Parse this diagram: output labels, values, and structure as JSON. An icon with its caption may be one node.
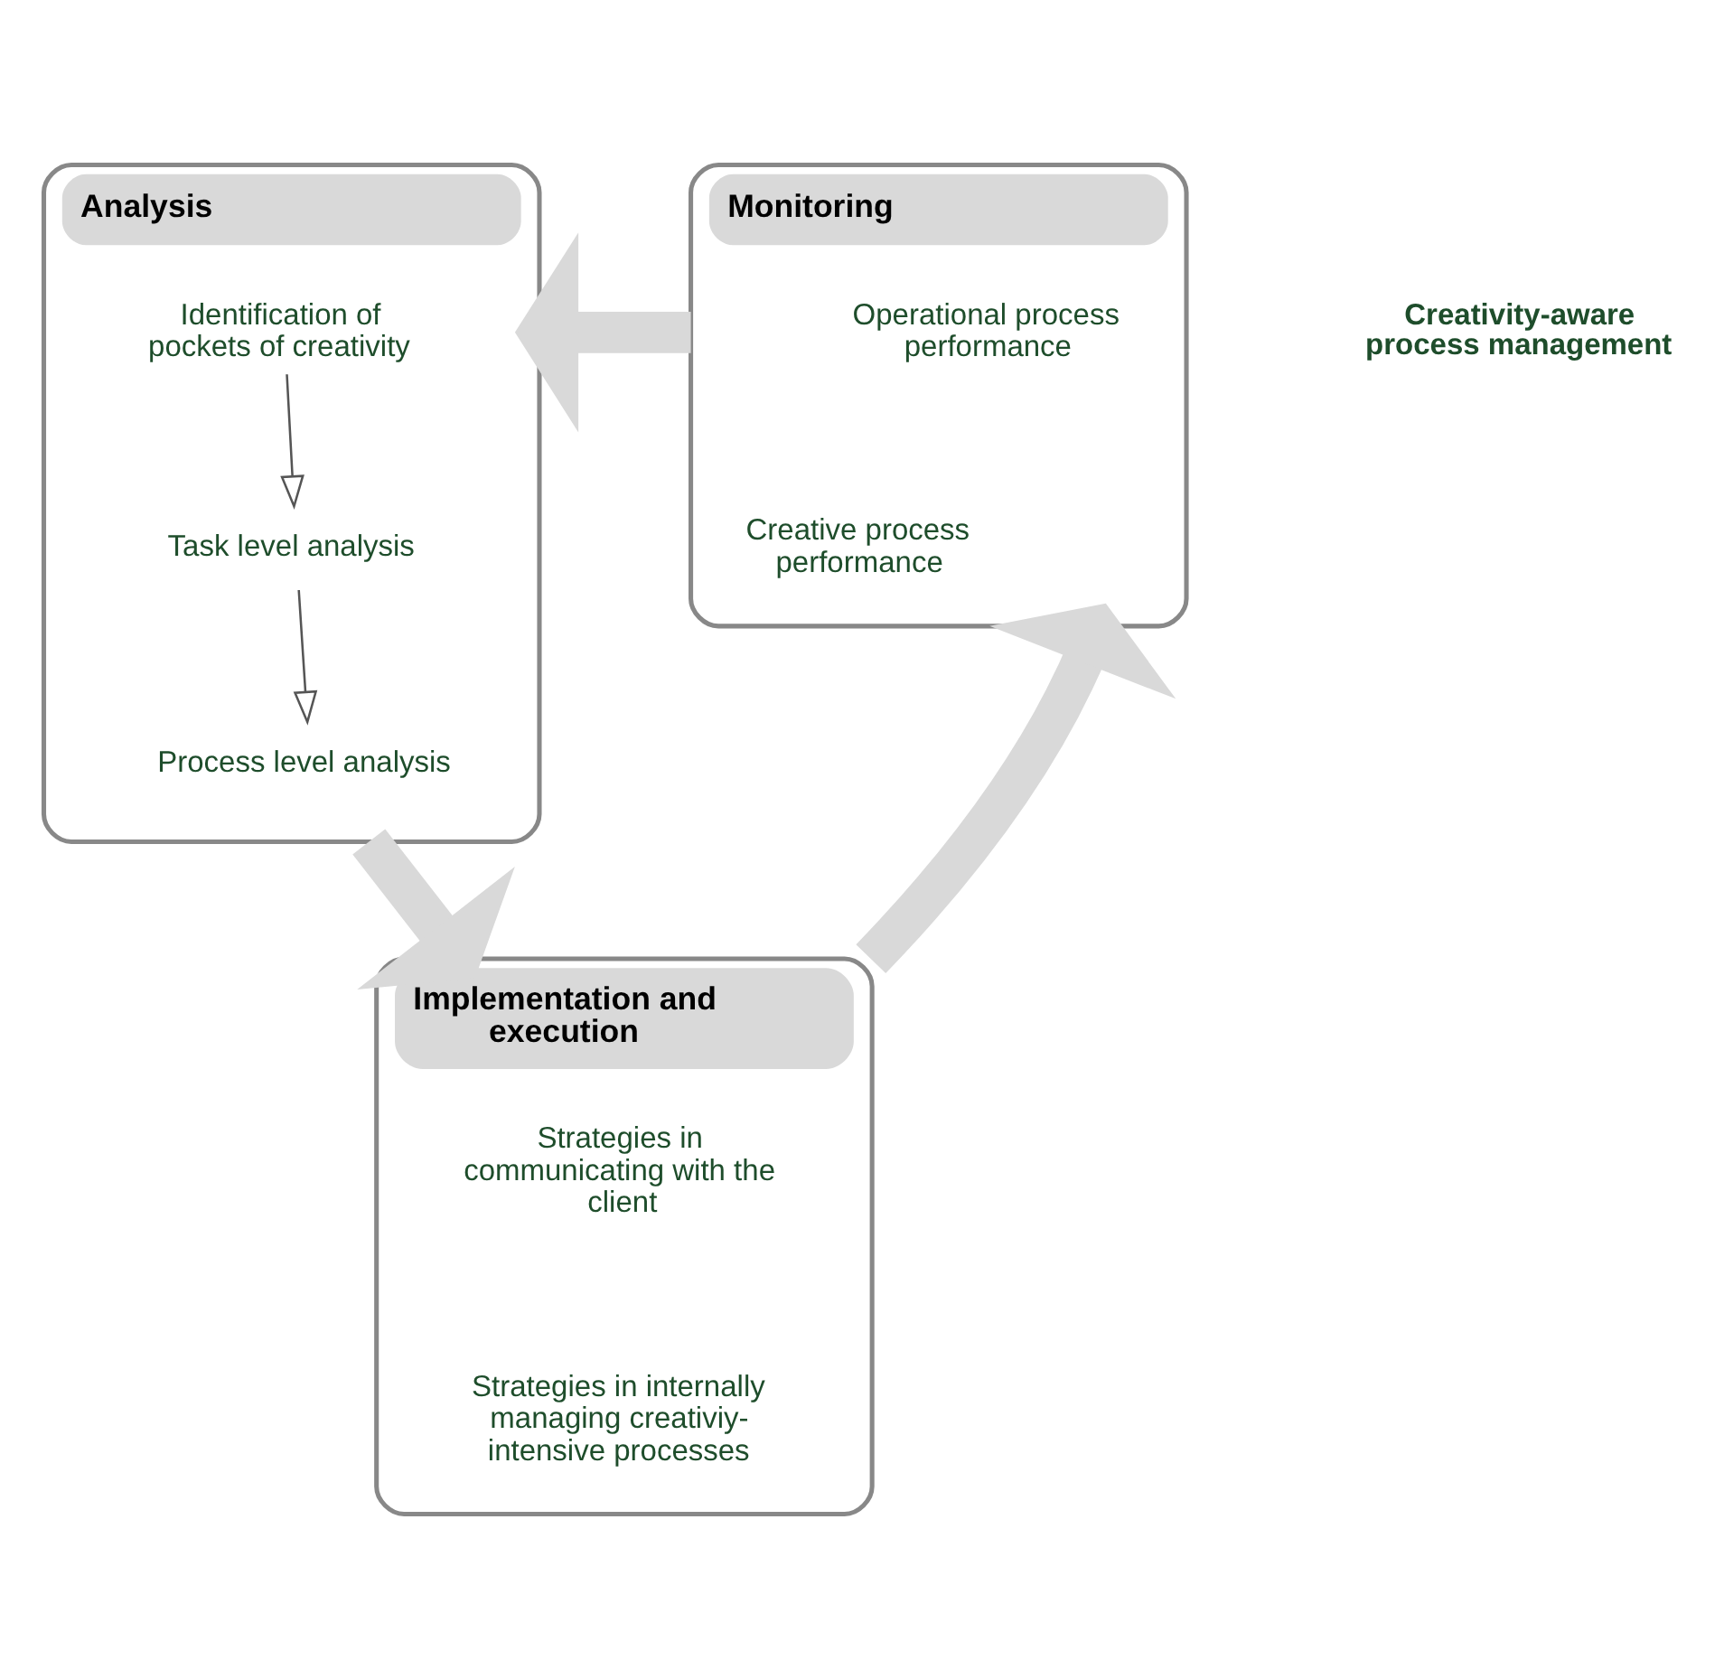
{
  "diagram": {
    "nodes": [
      {
        "text": [
          "Analysis"
        ]
      },
      {
        "text": [
          "Identification of pockets of creativity"
        ],
        "in": 0
      },
      {
        "text": [
          "Task level analysis"
        ],
        "in": 0
      },
      {
        "text": [
          "Process level analysis"
        ],
        "in": 0
      },
      {
        "text": [
          "Monitoring"
        ]
      },
      {
        "text": [
          "Operational process performance"
        ],
        "in": 4
      },
      {
        "text": [
          "Creative process performance"
        ],
        "in": 4
      },
      {
        "text": [
          "Implementation and execution"
        ]
      },
      {
        "text": [
          "Strategies in communicating with the client"
        ],
        "in": 7
      },
      {
        "text": [
          "Strategies in internally managing creativiy-intensive processes"
        ],
        "in": 7
      }
    ],
    "edges": [
      {
        "from": 1,
        "to": 2,
        "arrow": "to",
        "color": "#555555"
      },
      {
        "from": 2,
        "to": 3,
        "arrow": "to",
        "color": "#555555"
      },
      {
        "from": 0,
        "to": 7,
        "arrow": "to",
        "color": "#d9d9d9"
      },
      {
        "from": 7,
        "to": 4,
        "arrow": "to",
        "color": "#d9d9d9"
      },
      {
        "from": 4,
        "to": 0,
        "arrow": "to",
        "color": "#d9d9d9"
      }
    ],
    "labels": [
      "Creativity-aware process management"
    ]
  }
}
